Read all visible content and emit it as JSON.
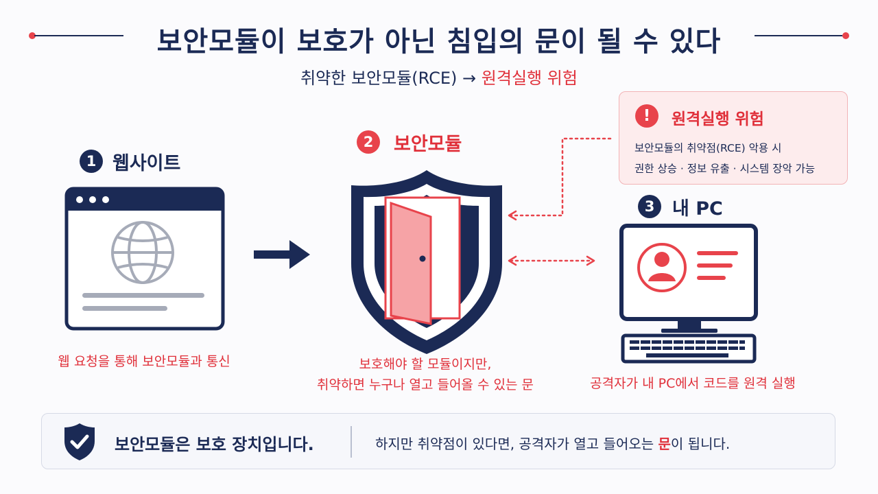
{
  "title": "보안모듈이 보호가 아닌 침입의 문이 될 수 있다",
  "subtitle": {
    "prefix": "취약한 보안모듈(RCE) →",
    "highlight": "원격실행 위험"
  },
  "steps": [
    {
      "number": "1",
      "label": "웹사이트",
      "caption": "웹 요청을 통해 보안모듈과 통신"
    },
    {
      "number": "2",
      "label": "보안모듈",
      "caption_lines": [
        "보호해야 할 모듈이지만,",
        "취약하면 누구나 열고 들어올 수 있는 문"
      ]
    },
    {
      "number": "3",
      "label": "내 PC",
      "caption": "공격자가 내 PC에서 코드를 원격 실행"
    }
  ],
  "warning": {
    "icon": "!",
    "title": "원격실행 위험",
    "lines": [
      "보안모듈의 취약점(RCE) 악용 시",
      "권한 상승 · 정보 유출 · 시스템 장악 가능"
    ]
  },
  "bottom": {
    "main": "보안모듈은 보호 장치입니다.",
    "sub_before": "하지만 취약점이 있다면, 공격자가 열고 들어오는 ",
    "sub_highlight": "문",
    "sub_after": "이 됩니다."
  },
  "colors": {
    "navy": "#1b2a55",
    "red": "#e8434b",
    "pink": "#f6a3a6",
    "gray": "#a6abb8"
  }
}
